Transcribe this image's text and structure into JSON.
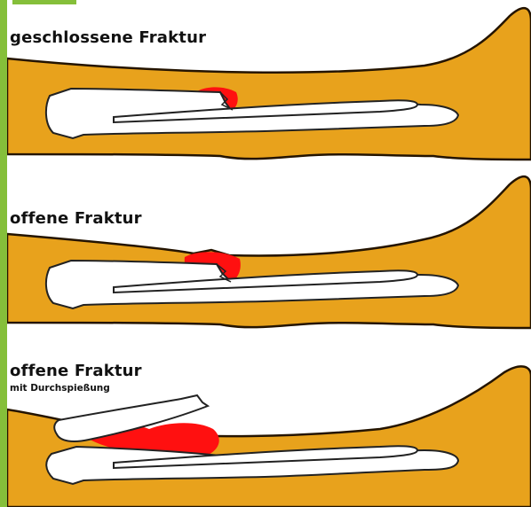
{
  "colors": {
    "skin": "#e8a21c",
    "skin_outline": "#241400",
    "bone": "#ffffff",
    "bone_outline": "#222222",
    "blood": "#ff1010",
    "accent_bar": "#85bf3a"
  },
  "panels": [
    {
      "title": "geschlossene Fraktur",
      "subtitle": ""
    },
    {
      "title": "offene Fraktur",
      "subtitle": ""
    },
    {
      "title": "offene Fraktur",
      "subtitle": "mit Durchspießung"
    }
  ]
}
